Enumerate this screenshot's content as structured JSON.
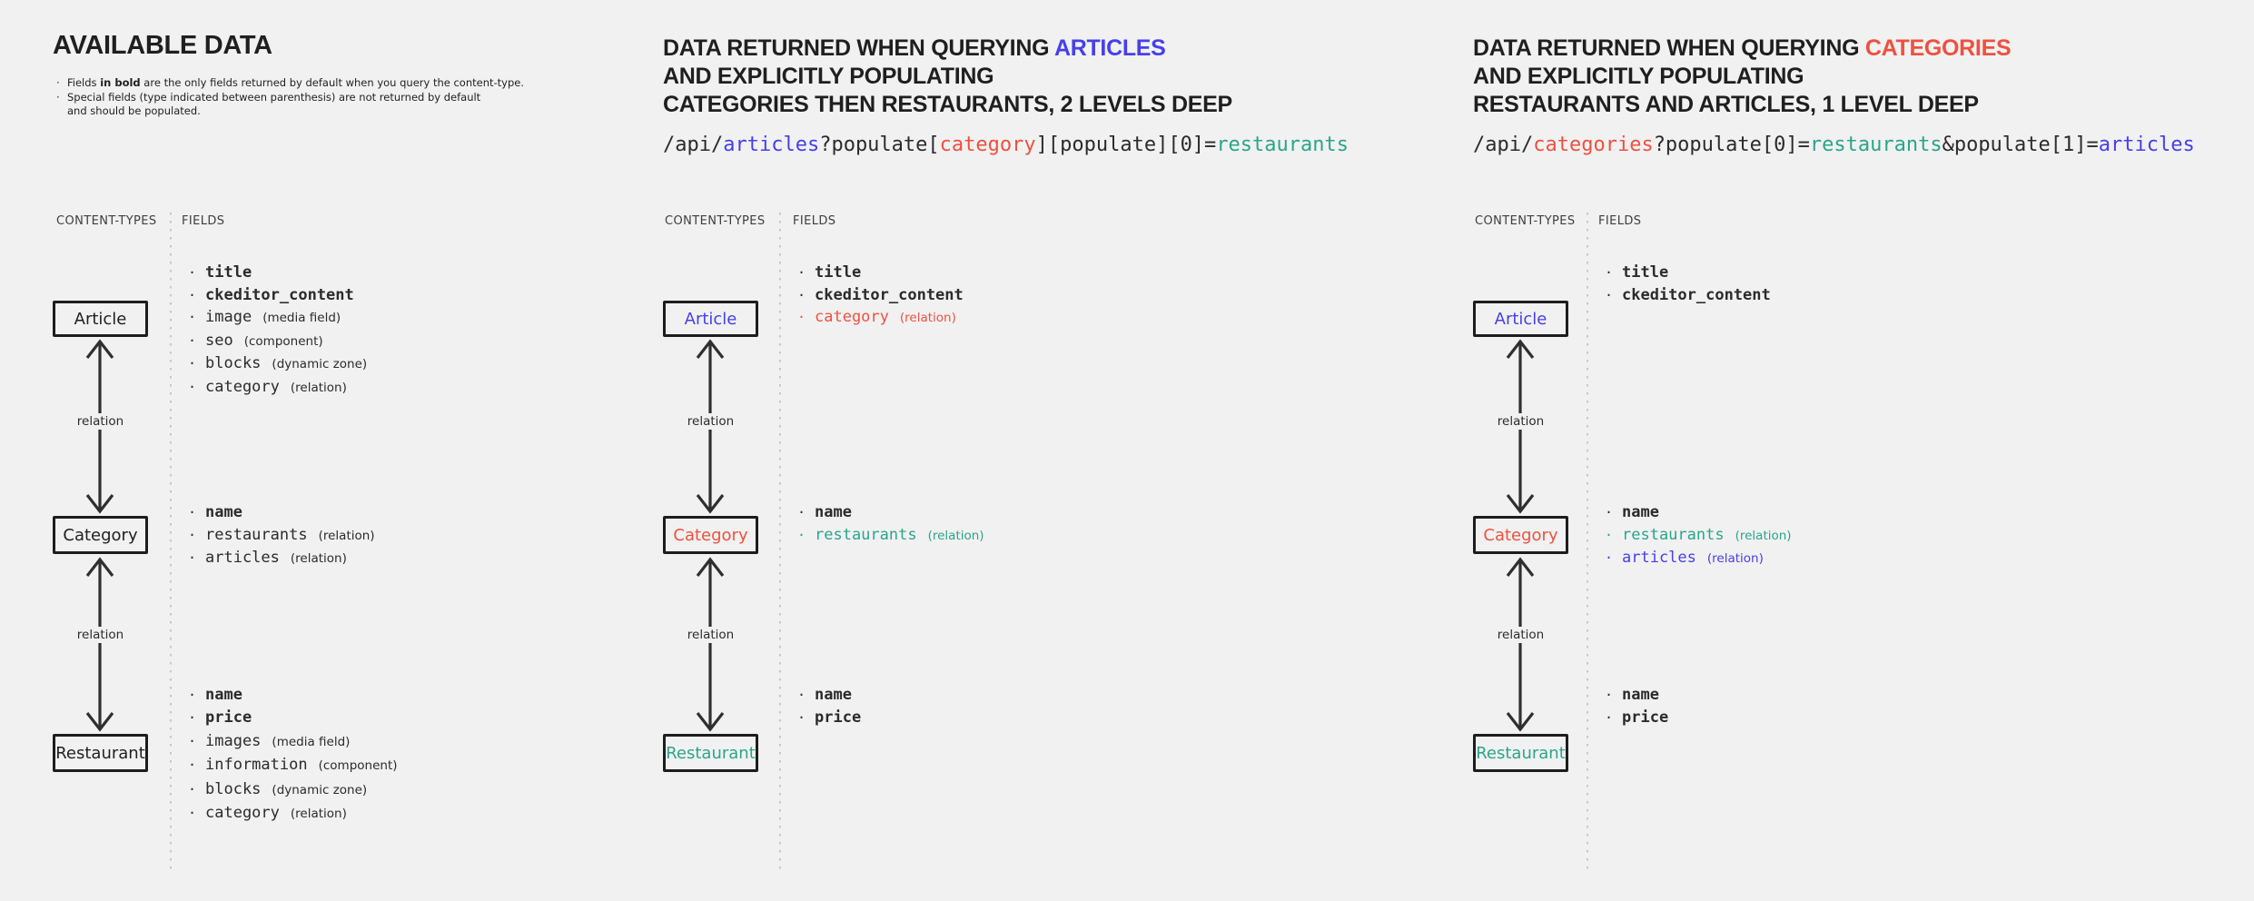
{
  "palette": {
    "background": "#f1f1f1",
    "text": "#1f1f1f",
    "mono": "#2b2b2b",
    "blue": "#4540e9",
    "red": "#ee5140",
    "teal": "#2aa58a",
    "border": "#1d1d1d",
    "arrow": "#2f2f2f",
    "header": "#3e3e3e",
    "divider": "#c8c8c8"
  },
  "left_panel": {
    "title": "AVAILABLE DATA",
    "notes": [
      {
        "bullet": true,
        "segments": [
          {
            "text": "Fields "
          },
          {
            "text": "in bold",
            "bold": true
          },
          {
            "text": " are the only fields returned by default when you query the content-type."
          }
        ]
      },
      {
        "bullet": true,
        "segments": [
          {
            "text": "Special fields (type indicated between parenthesis) are not returned by default"
          }
        ]
      },
      {
        "bullet": false,
        "segments": [
          {
            "text": "and should be populated."
          }
        ]
      }
    ],
    "content_types_label": "CONTENT-TYPES",
    "fields_label": "FIELDS",
    "relation_label": "relation",
    "boxes": [
      {
        "label": "Article",
        "color": "text",
        "fields": [
          {
            "name": "title",
            "bold": true
          },
          {
            "name": "ckeditor_content",
            "bold": true
          },
          {
            "name": "image",
            "annotation": "(media field)"
          },
          {
            "name": "seo",
            "annotation": "(component)"
          },
          {
            "name": "blocks",
            "annotation": "(dynamic zone)"
          },
          {
            "name": "category",
            "annotation": "(relation)"
          }
        ]
      },
      {
        "label": "Category",
        "color": "text",
        "fields": [
          {
            "name": "name",
            "bold": true
          },
          {
            "name": "restaurants",
            "annotation": "(relation)"
          },
          {
            "name": "articles",
            "annotation": "(relation)"
          }
        ]
      },
      {
        "label": "Restaurant",
        "color": "text",
        "fields": [
          {
            "name": "name",
            "bold": true
          },
          {
            "name": "price",
            "bold": true
          },
          {
            "name": "images",
            "annotation": "(media field)"
          },
          {
            "name": "information",
            "annotation": "(component)"
          },
          {
            "name": "blocks",
            "annotation": "(dynamic zone)"
          },
          {
            "name": "category",
            "annotation": "(relation)"
          }
        ]
      }
    ]
  },
  "middle_panel": {
    "title_lines": [
      [
        {
          "text": "DATA RETURNED WHEN QUERYING ",
          "color": "text"
        },
        {
          "text": "ARTICLES",
          "color": "blue"
        }
      ],
      [
        {
          "text": "AND EXPLICITLY POPULATING",
          "color": "text"
        }
      ],
      [
        {
          "text": "CATEGORIES THEN RESTAURANTS, 2 LEVELS DEEP",
          "color": "text"
        }
      ]
    ],
    "url_segments": [
      {
        "text": "/api/",
        "color": "mono"
      },
      {
        "text": "articles",
        "color": "blue"
      },
      {
        "text": "?populate[",
        "color": "mono"
      },
      {
        "text": "category",
        "color": "red"
      },
      {
        "text": "][populate][0]=",
        "color": "mono"
      },
      {
        "text": "restaurants",
        "color": "teal"
      }
    ],
    "content_types_label": "CONTENT-TYPES",
    "fields_label": "FIELDS",
    "relation_label": "relation",
    "boxes": [
      {
        "label": "Article",
        "color": "blue",
        "fields": [
          {
            "name": "title",
            "bold": true
          },
          {
            "name": "ckeditor_content",
            "bold": true
          },
          {
            "name": "category",
            "annotation": "(relation)",
            "color": "red"
          }
        ]
      },
      {
        "label": "Category",
        "color": "red",
        "fields": [
          {
            "name": "name",
            "bold": true
          },
          {
            "name": "restaurants",
            "annotation": "(relation)",
            "color": "teal"
          }
        ]
      },
      {
        "label": "Restaurant",
        "color": "teal",
        "fields": [
          {
            "name": "name",
            "bold": true
          },
          {
            "name": "price",
            "bold": true
          }
        ]
      }
    ]
  },
  "right_panel": {
    "title_lines": [
      [
        {
          "text": "DATA RETURNED WHEN QUERYING ",
          "color": "text"
        },
        {
          "text": "CATEGORIES",
          "color": "red"
        }
      ],
      [
        {
          "text": "AND EXPLICITLY POPULATING",
          "color": "text"
        }
      ],
      [
        {
          "text": "RESTAURANTS AND ARTICLES, 1 LEVEL DEEP",
          "color": "text"
        }
      ]
    ],
    "url_segments": [
      {
        "text": "/api/",
        "color": "mono"
      },
      {
        "text": "categories",
        "color": "red"
      },
      {
        "text": "?populate[0]=",
        "color": "mono"
      },
      {
        "text": "restaurants",
        "color": "teal"
      },
      {
        "text": "&populate[1]=",
        "color": "mono"
      },
      {
        "text": "articles",
        "color": "blue"
      }
    ],
    "content_types_label": "CONTENT-TYPES",
    "fields_label": "FIELDS",
    "relation_label": "relation",
    "boxes": [
      {
        "label": "Article",
        "color": "blue",
        "fields": [
          {
            "name": "title",
            "bold": true
          },
          {
            "name": "ckeditor_content",
            "bold": true
          }
        ]
      },
      {
        "label": "Category",
        "color": "red",
        "fields": [
          {
            "name": "name",
            "bold": true
          },
          {
            "name": "restaurants",
            "annotation": "(relation)",
            "color": "teal"
          },
          {
            "name": "articles",
            "annotation": "(relation)",
            "color": "blue"
          }
        ]
      },
      {
        "label": "Restaurant",
        "color": "teal",
        "fields": [
          {
            "name": "name",
            "bold": true
          },
          {
            "name": "price",
            "bold": true
          }
        ]
      }
    ]
  }
}
